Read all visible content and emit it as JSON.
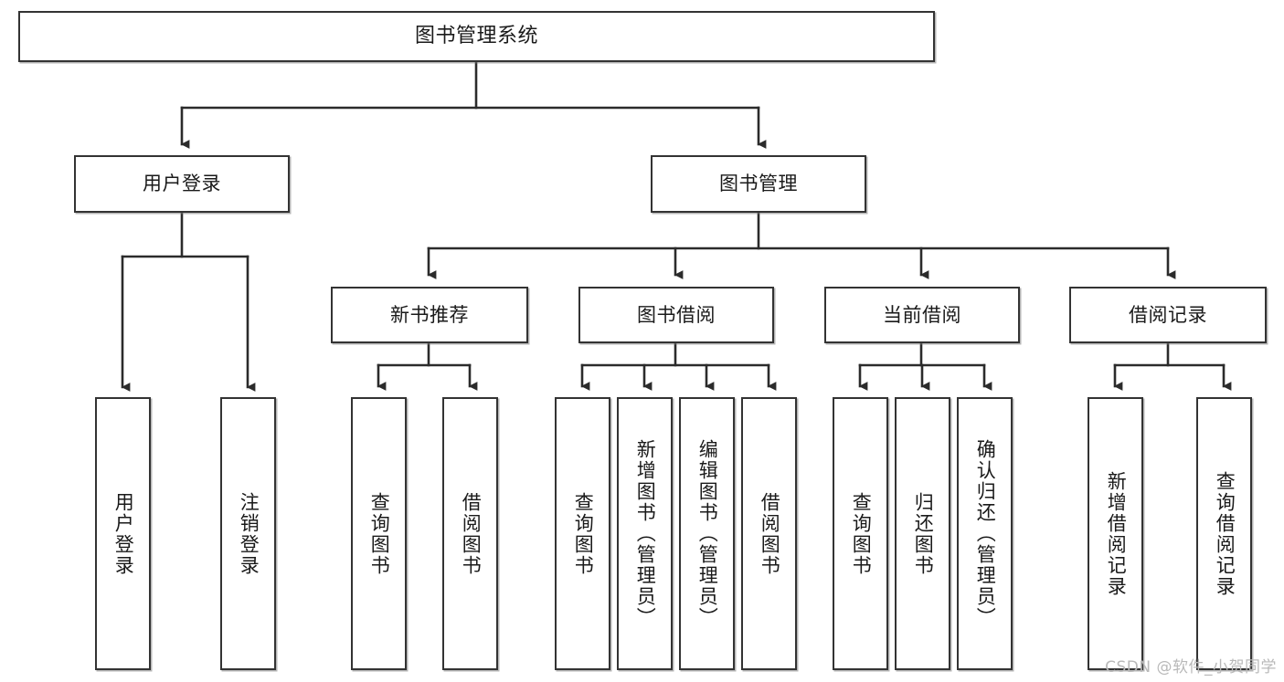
{
  "diagram": {
    "title": "图书管理系统",
    "type": "tree-hierarchy",
    "root": {
      "label": "图书管理系统"
    },
    "level2": [
      {
        "label": "用户登录"
      },
      {
        "label": "图书管理"
      }
    ],
    "level3": [
      {
        "label": "新书推荐"
      },
      {
        "label": "图书借阅"
      },
      {
        "label": "当前借阅"
      },
      {
        "label": "借阅记录"
      }
    ],
    "leaves_user_login": [
      {
        "label": "用户登录"
      },
      {
        "label": "注销登录"
      }
    ],
    "leaves_new_book": [
      {
        "label": "查询图书"
      },
      {
        "label": "借阅图书"
      }
    ],
    "leaves_borrow": [
      {
        "label": "查询图书"
      },
      {
        "label": "新增图书（管理员）"
      },
      {
        "label": "编辑图书（管理员）"
      },
      {
        "label": "借阅图书"
      }
    ],
    "leaves_current": [
      {
        "label": "查询图书"
      },
      {
        "label": "归还图书"
      },
      {
        "label": "确认归还（管理员）"
      }
    ],
    "leaves_records": [
      {
        "label": "新增借阅记录"
      },
      {
        "label": "查询借阅记录"
      }
    ],
    "watermark": "CSDN @软件_小贺同学",
    "colors": {
      "stroke": "#333333",
      "fill": "#ffffff",
      "text": "#1a1a1a",
      "watermark": "#b9b9b9"
    }
  }
}
